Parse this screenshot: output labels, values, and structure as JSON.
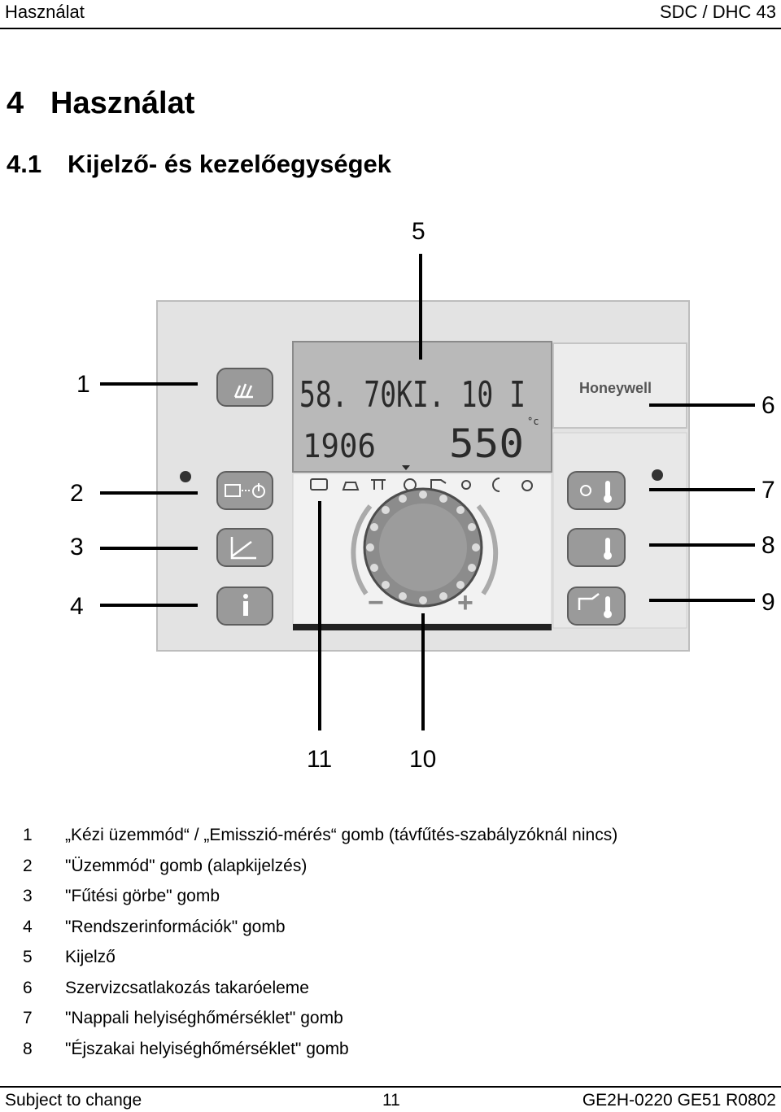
{
  "header": {
    "left": "Használat",
    "right": "SDC / DHC 43"
  },
  "heading1": {
    "number": "4",
    "title": "Használat"
  },
  "heading2": {
    "number": "4.1",
    "title": "Kijelző- és kezelőegységek"
  },
  "figure": {
    "callouts": [
      "1",
      "2",
      "3",
      "4",
      "5",
      "6",
      "7",
      "8",
      "9",
      "10",
      "11"
    ],
    "brand": "Honeywell",
    "display": {
      "row1": "58. 70KI. 10 I",
      "row2_left": "1906",
      "row2_right": "550",
      "unit": "°c"
    },
    "dial_minus": "−",
    "dial_plus": "+"
  },
  "legend": [
    {
      "n": "1",
      "text": "„Kézi üzemmód“ / „Emisszió-mérés“ gomb (távfűtés-szabályzóknál nincs)"
    },
    {
      "n": "2",
      "text": "\"Üzemmód\" gomb (alapkijelzés)"
    },
    {
      "n": "3",
      "text": "\"Fűtési görbe\" gomb"
    },
    {
      "n": "4",
      "text": "\"Rendszerinformációk\" gomb"
    },
    {
      "n": "5",
      "text": "Kijelző"
    },
    {
      "n": "6",
      "text": "Szervizcsatlakozás takaróeleme"
    },
    {
      "n": "7",
      "text": "\"Nappali helyiséghőmérséklet\" gomb"
    },
    {
      "n": "8",
      "text": "\"Éjszakai helyiséghőmérséklet\" gomb"
    }
  ],
  "footer": {
    "left": "Subject to change",
    "center": "11",
    "right": "GE2H-0220 GE51 R0802"
  }
}
